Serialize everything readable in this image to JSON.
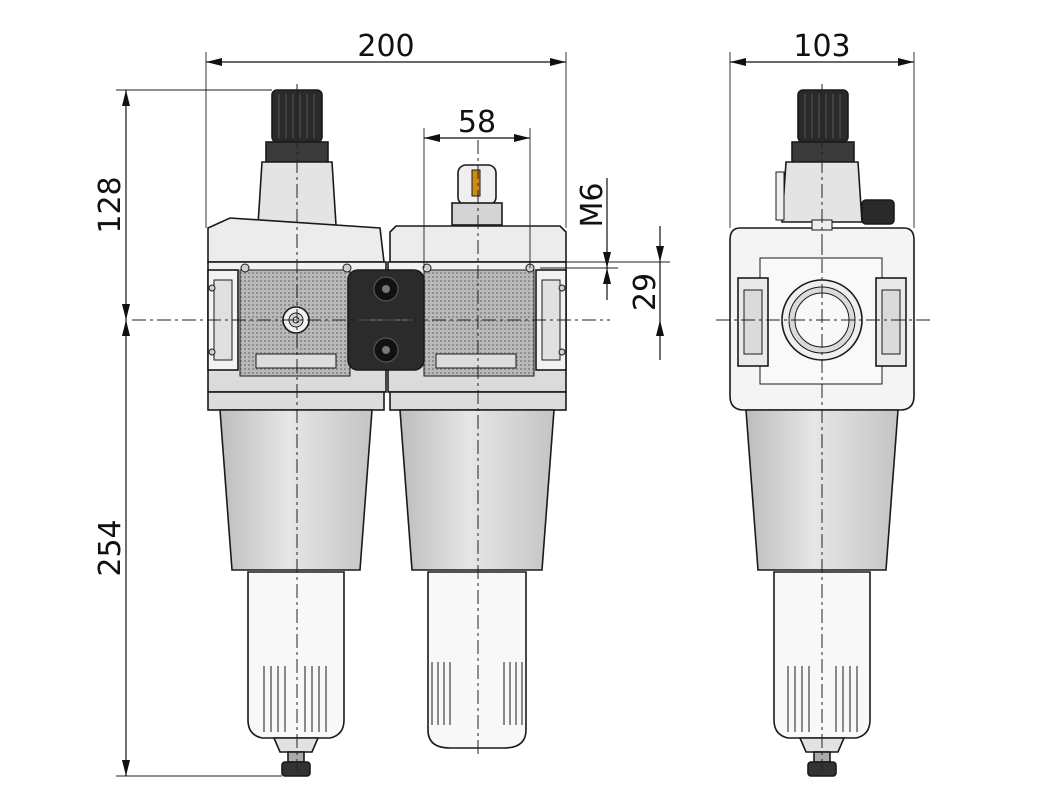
{
  "dimensions": {
    "overall_width": "200",
    "side_width": "103",
    "port_spacing": "58",
    "thread": "M6",
    "height_top": "128",
    "height_bottom": "254",
    "offset": "29"
  },
  "colors": {
    "line": "#1a1a1a",
    "body_light": "#e8e8e8",
    "body_mid": "#cfcfcf",
    "bowl": "#d2d2d2",
    "mesh": "#9a9a9a",
    "block": "#2b2b2b",
    "knob": "#222222"
  }
}
